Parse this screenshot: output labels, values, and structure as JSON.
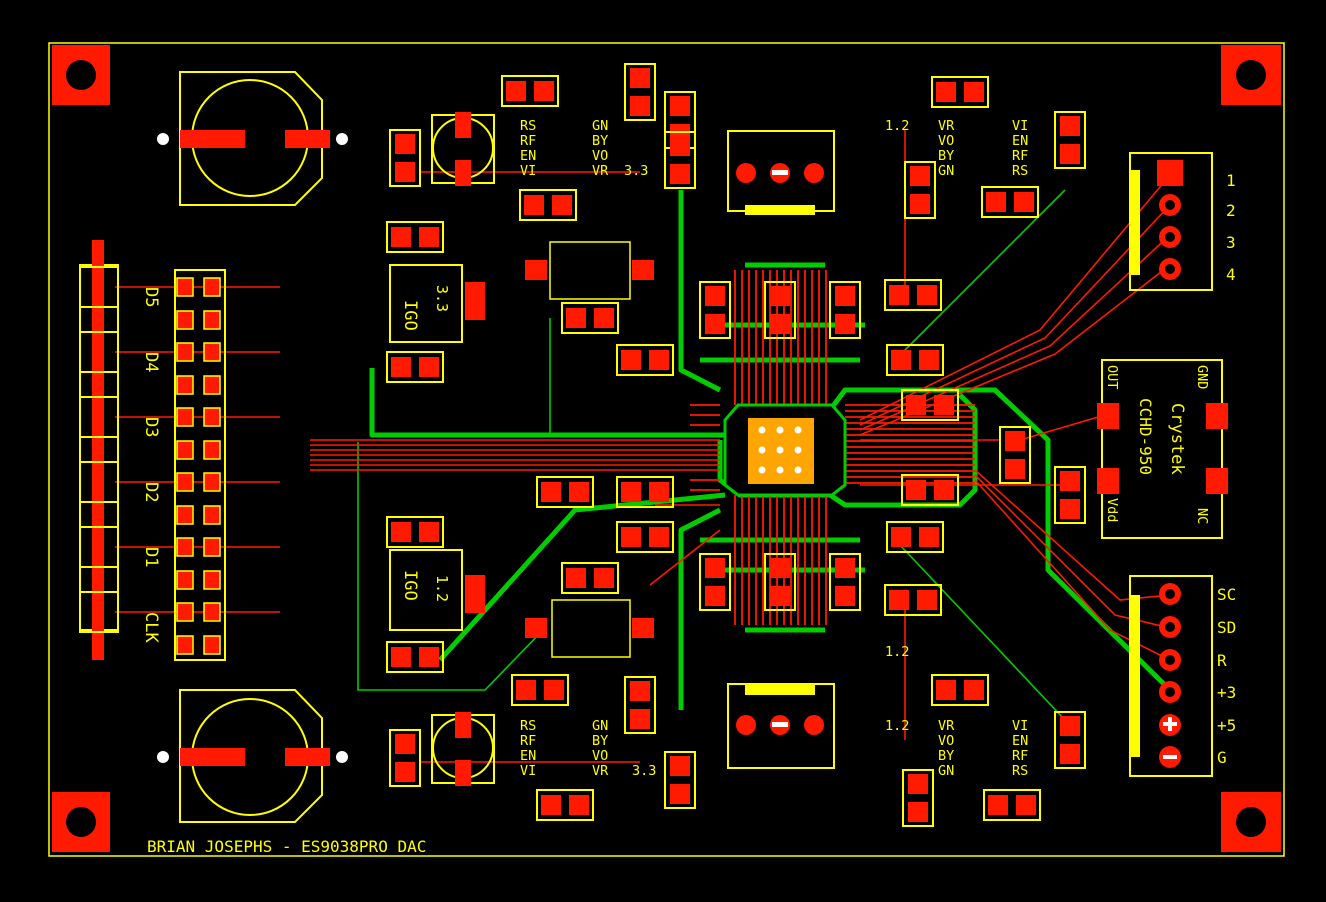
{
  "board": {
    "title": "BRIAN JOSEPHS - ES9038PRO DAC",
    "colors": {
      "background": "#000000",
      "copper": "#ff1a00",
      "silk": "#ffff00",
      "trace_green": "#00cc00",
      "pad_gold": "#ffa500"
    }
  },
  "digital_header": {
    "labels": [
      "D5",
      "D4",
      "D3",
      "D2",
      "D1",
      "CLK"
    ]
  },
  "regulators_top_left": {
    "pins_left": [
      "RS",
      "RF",
      "EN",
      "VI"
    ],
    "pins_right": [
      "GN",
      "BY",
      "VO",
      "VR"
    ],
    "voltage": "3.3"
  },
  "regulators_bottom_left": {
    "pins_left": [
      "RS",
      "RF",
      "EN",
      "VI"
    ],
    "pins_right": [
      "GN",
      "BY",
      "VO",
      "VR"
    ],
    "voltage": "3.3"
  },
  "regulators_top_right": {
    "voltage": "1.2",
    "pins_left": [
      "VR",
      "VO",
      "BY",
      "GN"
    ],
    "pins_right": [
      "VI",
      "EN",
      "RF",
      "RS"
    ]
  },
  "regulators_bottom_right": {
    "voltage_top": "1.2",
    "voltage": "1.2",
    "pins_left": [
      "VR",
      "VO",
      "BY",
      "GN"
    ],
    "pins_right": [
      "VI",
      "EN",
      "RF",
      "RS"
    ]
  },
  "ldo_top": {
    "marking": "IGO",
    "voltage": "3.3"
  },
  "ldo_bottom": {
    "marking": "IGO",
    "voltage": "1.2"
  },
  "connector_top_right": {
    "pins": [
      "1",
      "2",
      "3",
      "4"
    ]
  },
  "oscillator": {
    "brand": "Crystek",
    "part": "CCHD-950",
    "pin_out": "OUT",
    "pin_gnd": "GND",
    "pin_vdd": "Vdd",
    "pin_nc": "NC"
  },
  "connector_bottom_right": {
    "pins": [
      "SC",
      "SD",
      "R",
      "+3",
      "+5",
      "G"
    ]
  }
}
